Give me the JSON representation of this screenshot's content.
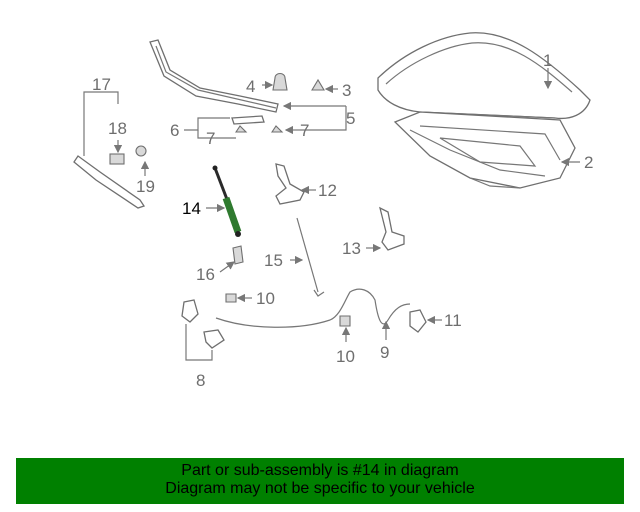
{
  "callouts": {
    "c1": "1",
    "c2": "2",
    "c3": "3",
    "c4": "4",
    "c5": "5",
    "c6": "6",
    "c7a": "7",
    "c7b": "7",
    "c8": "8",
    "c9": "9",
    "c10a": "10",
    "c10b": "10",
    "c11": "11",
    "c12": "12",
    "c13": "13",
    "c14": "14",
    "c15": "15",
    "c16": "16",
    "c17": "17",
    "c18": "18",
    "c19": "19"
  },
  "highlight_color": "#5a7a2a",
  "banner": {
    "line1": "Part or sub-assembly is #14 in diagram",
    "line2": "Diagram may not be specific to your vehicle",
    "background": "#008000"
  }
}
